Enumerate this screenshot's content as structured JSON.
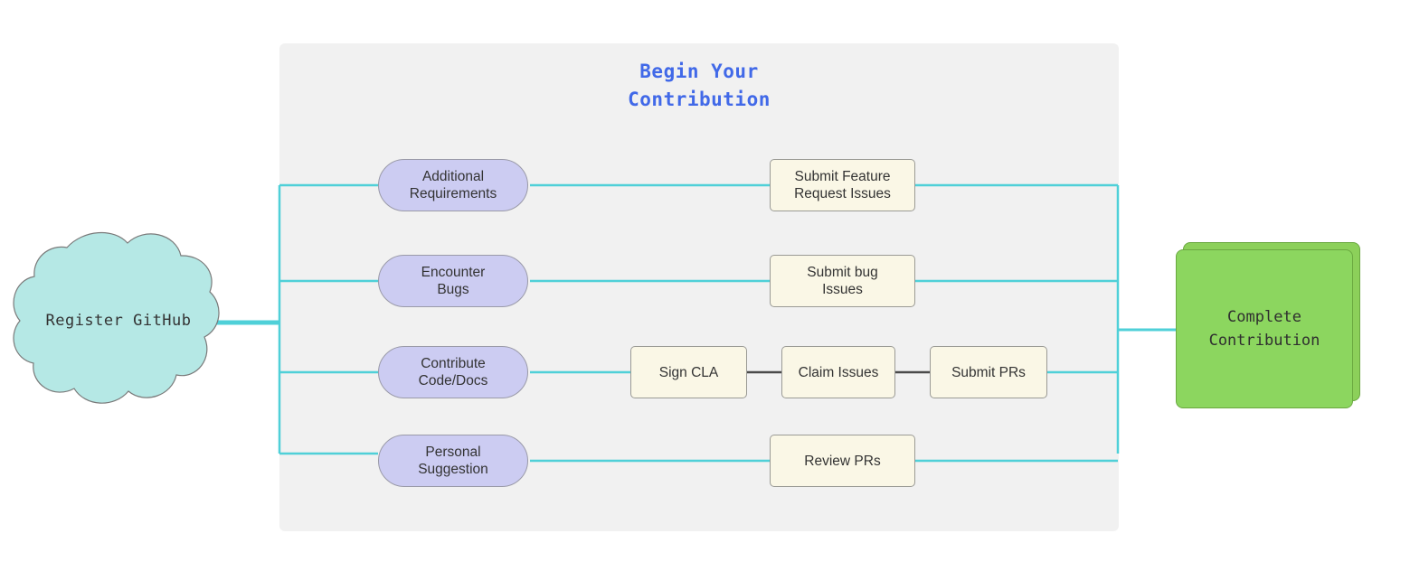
{
  "diagram": {
    "type": "mindmap-flowchart",
    "title": "Begin Your\nContribution",
    "title_color": "#4169e8",
    "panel_color": "#f1f1f1",
    "wire_color": "#4fd0d8",
    "wire_dark_color": "#4a4a4a"
  },
  "start": {
    "shape": "cloud",
    "label": "Register GitHub",
    "fill": "#b5e8e5",
    "stroke": "#7a7a7a"
  },
  "branches": [
    {
      "trigger": "Additional\nRequirements",
      "action": "Submit Feature\nRequest Issues",
      "steps": []
    },
    {
      "trigger": "Encounter\nBugs",
      "action": "Submit bug\nIssues",
      "steps": []
    },
    {
      "trigger": "Contribute\nCode/Docs",
      "action": null,
      "steps": [
        "Sign CLA",
        "Claim Issues",
        "Submit PRs"
      ]
    },
    {
      "trigger": "Personal\nSuggestion",
      "action": "Review PRs",
      "steps": []
    }
  ],
  "end": {
    "shape": "stacked-card",
    "label": "Complete\nContribution",
    "fill": "#8cd65f",
    "stroke": "#6aa840"
  }
}
